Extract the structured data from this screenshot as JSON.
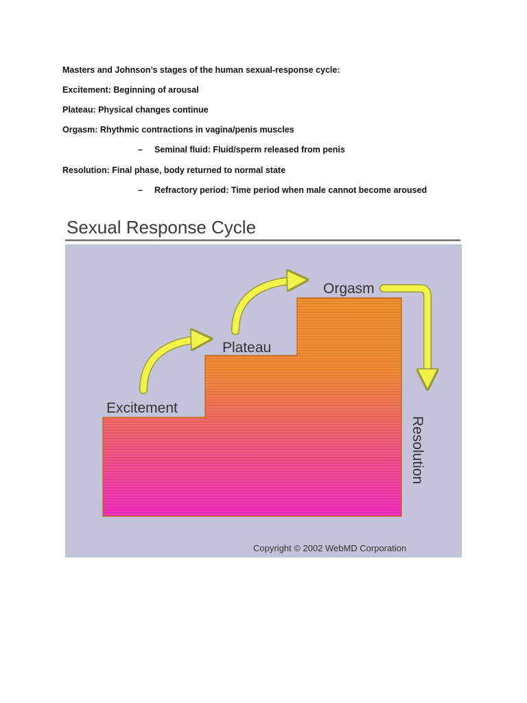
{
  "notes": {
    "intro": "Masters and Johnson’s stages of the human sexual-response cycle:",
    "items": [
      {
        "text": "Excitement: Beginning of arousal"
      },
      {
        "text": "Plateau: Physical changes continue"
      },
      {
        "text": "Orgasm: Rhythmic contractions in vagina/penis muscles"
      },
      {
        "dash": "–",
        "text": "Seminal fluid: Fluid/sperm released from penis"
      },
      {
        "text": "Resolution: Final phase, body returned to normal state"
      },
      {
        "dash": "–",
        "text": "Refractory period: Time period when male cannot become aroused"
      }
    ]
  },
  "figure": {
    "title": "Sexual Response Cycle",
    "stages": {
      "excitement": "Excitement",
      "plateau": "Plateau",
      "orgasm": "Orgasm",
      "resolution": "Resolution"
    },
    "copyright": "Copyright © 2002 WebMD Corporation",
    "colors": {
      "background": "#c3c3dc",
      "title_band": "#ffffff",
      "step_top": "#f0902e",
      "step_bottom": "#f02dbe",
      "arrow": "#f3f44a",
      "arrow_outline": "#9a9a3a",
      "label": "#333333"
    }
  }
}
